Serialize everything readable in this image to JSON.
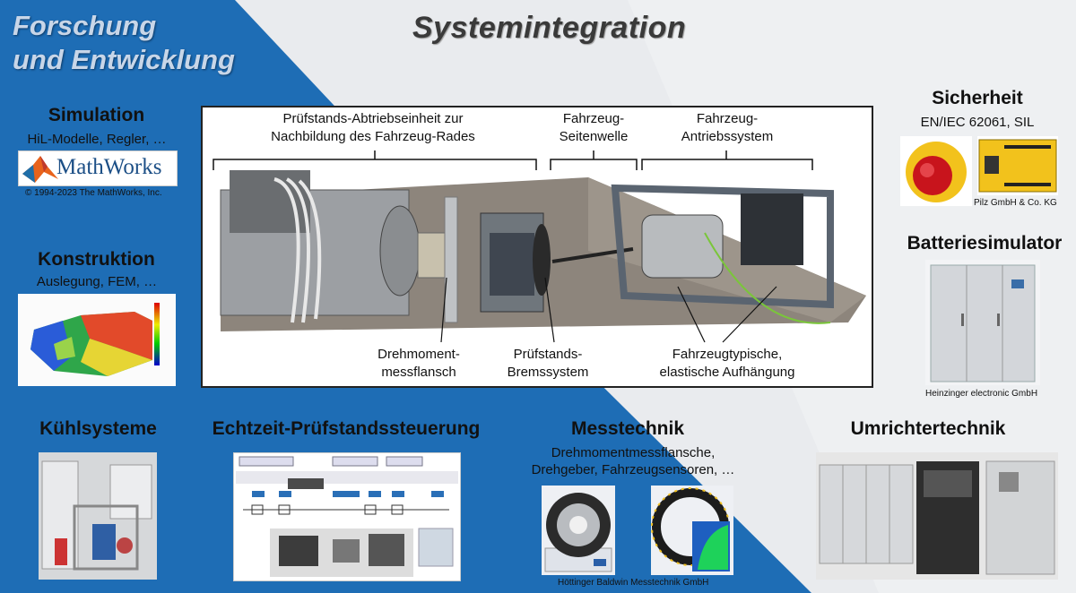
{
  "main_title": "Systemintegration",
  "corner_title": {
    "line1": "Forschung",
    "line2": "und Entwicklung"
  },
  "simulation": {
    "title": "Simulation",
    "subtitle": "HiL-Modelle, Regler, …",
    "logo_text": "MathWorks",
    "credit": "© 1994-2023 The MathWorks, Inc."
  },
  "konstruktion": {
    "title": "Konstruktion",
    "subtitle": "Auslegung, FEM, …"
  },
  "kuehlsysteme": {
    "title": "Kühlsysteme"
  },
  "echtzeit": {
    "title": "Echtzeit-Prüfstandssteuerung"
  },
  "messtechnik": {
    "title": "Messtechnik",
    "subtitle_line1": "Drehmomentmessflansche,",
    "subtitle_line2": "Drehgeber, Fahrzeugsensoren, …",
    "credit": "Höttinger Baldwin Messtechnik GmbH"
  },
  "sicherheit": {
    "title": "Sicherheit",
    "subtitle": "EN/IEC 62061, SIL",
    "credit": "Pilz GmbH & Co. KG"
  },
  "batterie": {
    "title": "Batteriesimulator",
    "credit": "Heinzinger electronic GmbH"
  },
  "umrichter": {
    "title": "Umrichtertechnik"
  },
  "testbench": {
    "label_abtrieb_1": "Prüfstands-Abtriebseinheit zur",
    "label_abtrieb_2": "Nachbildung des Fahrzeug-Rades",
    "label_welle_1": "Fahrzeug-",
    "label_welle_2": "Seitenwelle",
    "label_antrieb_1": "Fahrzeug-",
    "label_antrieb_2": "Antriebssystem",
    "label_dreh_1": "Drehmoment-",
    "label_dreh_2": "messflansch",
    "label_brems_1": "Prüfstands-",
    "label_brems_2": "Bremssystem",
    "label_aufh_1": "Fahrzeugtypische,",
    "label_aufh_2": "elastische Aufhängung"
  }
}
